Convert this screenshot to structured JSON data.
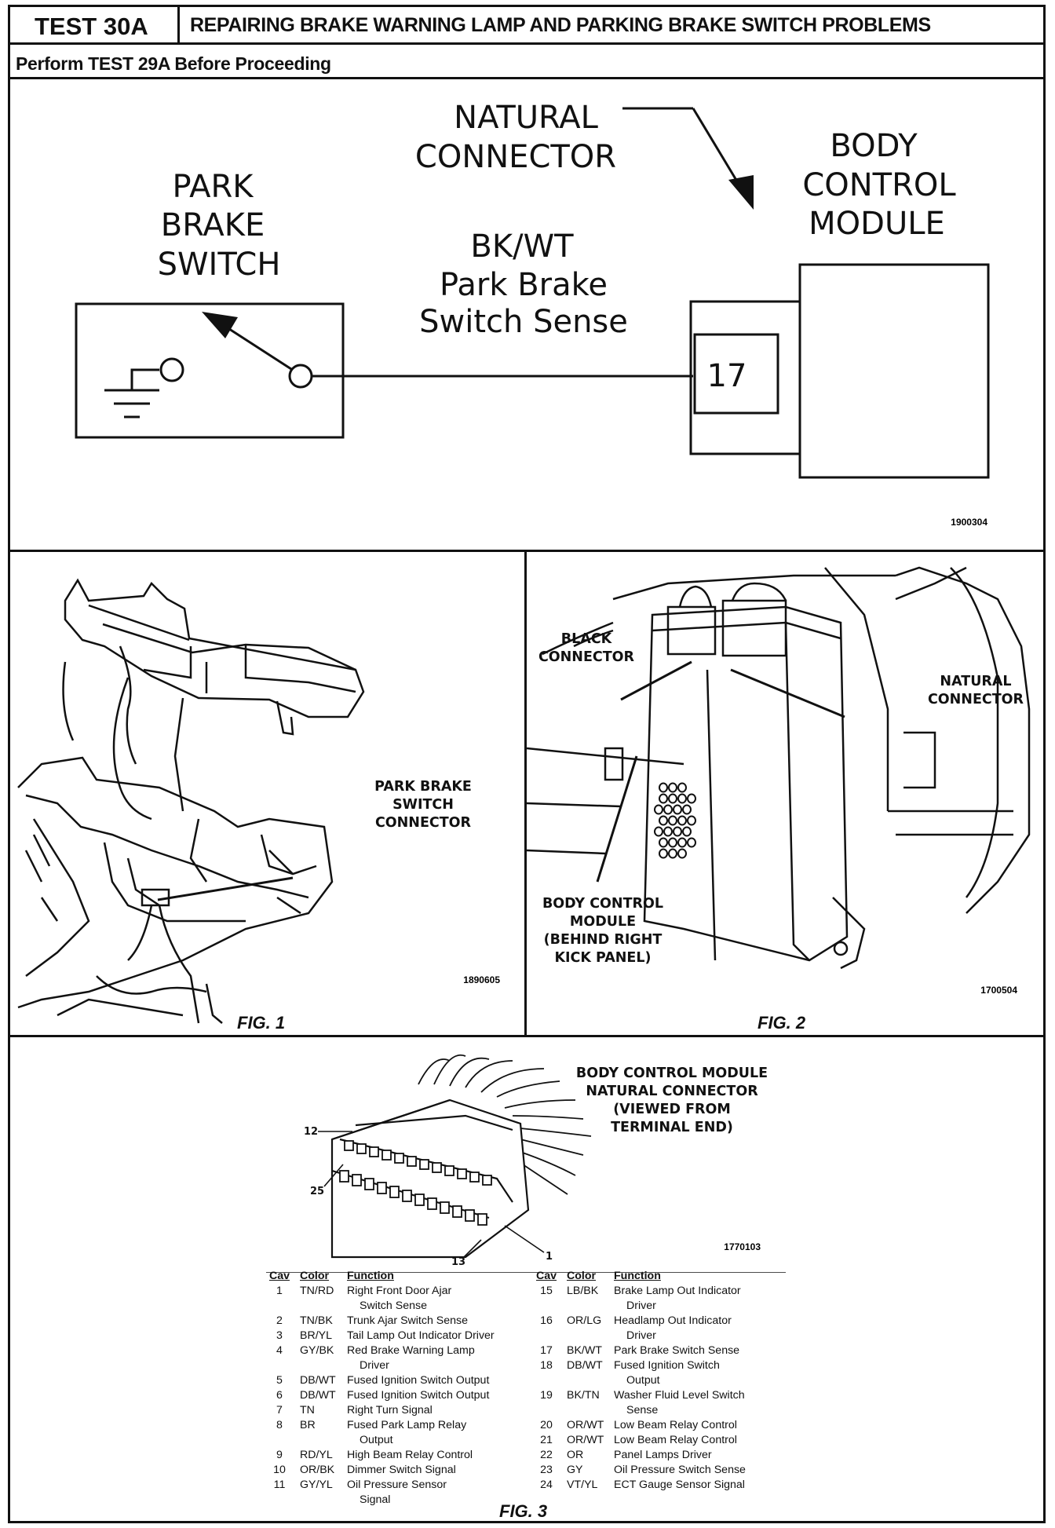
{
  "header": {
    "test_id": "TEST 30A",
    "title": "REPAIRING BRAKE WARNING LAMP AND PARKING BRAKE SWITCH PROBLEMS",
    "subtitle": "Perform TEST 29A Before Proceeding"
  },
  "schematic": {
    "switch_label": [
      "PARK",
      "BRAKE",
      "SWITCH"
    ],
    "wire_color": "BK/WT",
    "wire_function": [
      "Park Brake",
      "Switch Sense"
    ],
    "connector_label": [
      "NATURAL",
      "CONNECTOR"
    ],
    "module_label": [
      "BODY",
      "CONTROL",
      "MODULE"
    ],
    "pin": "17",
    "code": "1900304"
  },
  "fig1": {
    "callout": [
      "PARK BRAKE",
      "SWITCH",
      "CONNECTOR"
    ],
    "code": "1890605",
    "caption": "FIG. 1"
  },
  "fig2": {
    "black_connector": [
      "BLACK",
      "CONNECTOR"
    ],
    "natural_connector": [
      "NATURAL",
      "CONNECTOR"
    ],
    "module": [
      "BODY CONTROL",
      "MODULE",
      "(BEHIND RIGHT",
      "KICK PANEL)"
    ],
    "code": "1700504",
    "caption": "FIG. 2"
  },
  "fig3": {
    "title": [
      "BODY CONTROL MODULE",
      "NATURAL CONNECTOR",
      "(VIEWED FROM",
      "TERMINAL END)"
    ],
    "pin_labels": {
      "p12": "12",
      "p25": "25",
      "p13": "13",
      "p1": "1"
    },
    "code": "1770103",
    "caption": "FIG. 3",
    "headers": {
      "cav": "Cav",
      "color": "Color",
      "function": "Function"
    },
    "left_rows": [
      {
        "cav": "1",
        "color": "TN/RD",
        "function": [
          "Right Front Door Ajar",
          "Switch Sense"
        ]
      },
      {
        "cav": "2",
        "color": "TN/BK",
        "function": [
          "Trunk Ajar Switch Sense"
        ]
      },
      {
        "cav": "3",
        "color": "BR/YL",
        "function": [
          "Tail Lamp Out Indicator Driver"
        ]
      },
      {
        "cav": "4",
        "color": "GY/BK",
        "function": [
          "Red Brake Warning Lamp",
          "Driver"
        ]
      },
      {
        "cav": "5",
        "color": "DB/WT",
        "function": [
          "Fused Ignition Switch Output"
        ]
      },
      {
        "cav": "6",
        "color": "DB/WT",
        "function": [
          "Fused Ignition Switch Output"
        ]
      },
      {
        "cav": "7",
        "color": "TN",
        "function": [
          "Right Turn Signal"
        ]
      },
      {
        "cav": "8",
        "color": "BR",
        "function": [
          "Fused Park Lamp Relay",
          "Output"
        ]
      },
      {
        "cav": "9",
        "color": "RD/YL",
        "function": [
          "High Beam Relay Control"
        ]
      },
      {
        "cav": "10",
        "color": "OR/BK",
        "function": [
          "Dimmer Switch Signal"
        ]
      },
      {
        "cav": "11",
        "color": "GY/YL",
        "function": [
          "Oil Pressure Sensor",
          "Signal"
        ]
      }
    ],
    "right_rows": [
      {
        "cav": "15",
        "color": "LB/BK",
        "function": [
          "Brake Lamp Out Indicator",
          "Driver"
        ]
      },
      {
        "cav": "16",
        "color": "OR/LG",
        "function": [
          "Headlamp Out Indicator",
          "Driver"
        ]
      },
      {
        "cav": "17",
        "color": "BK/WT",
        "function": [
          "Park Brake Switch Sense"
        ]
      },
      {
        "cav": "18",
        "color": "DB/WT",
        "function": [
          "Fused Ignition Switch",
          "Output"
        ]
      },
      {
        "cav": "19",
        "color": "BK/TN",
        "function": [
          "Washer Fluid Level Switch",
          "Sense"
        ]
      },
      {
        "cav": "20",
        "color": "OR/WT",
        "function": [
          "Low Beam Relay Control"
        ]
      },
      {
        "cav": "21",
        "color": "OR/WT",
        "function": [
          "Low Beam Relay Control"
        ]
      },
      {
        "cav": "22",
        "color": "OR",
        "function": [
          "Panel Lamps Driver"
        ]
      },
      {
        "cav": "23",
        "color": "GY",
        "function": [
          "Oil Pressure Switch Sense"
        ]
      },
      {
        "cav": "24",
        "color": "VT/YL",
        "function": [
          "ECT Gauge Sensor Signal"
        ]
      }
    ]
  }
}
